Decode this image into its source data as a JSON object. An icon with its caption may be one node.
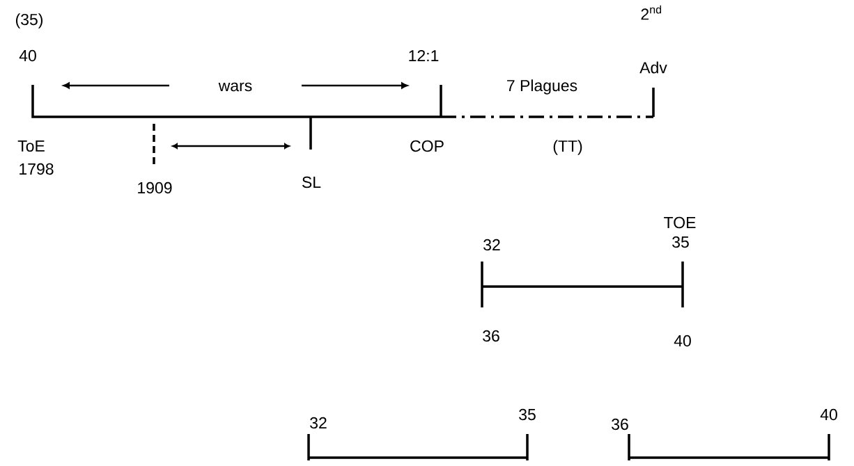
{
  "diagram": {
    "labels": [
      "(35)",
      "40",
      "2$^{nd}$",
      "12:1",
      "Adv",
      "wars",
      "7 Plagues",
      "ToE",
      "1798",
      "COP",
      "(TT)",
      "1909",
      "SL",
      "TOE",
      "32",
      "35",
      "36",
      "40",
      "32",
      "35",
      "36",
      "40"
    ]
  }
}
